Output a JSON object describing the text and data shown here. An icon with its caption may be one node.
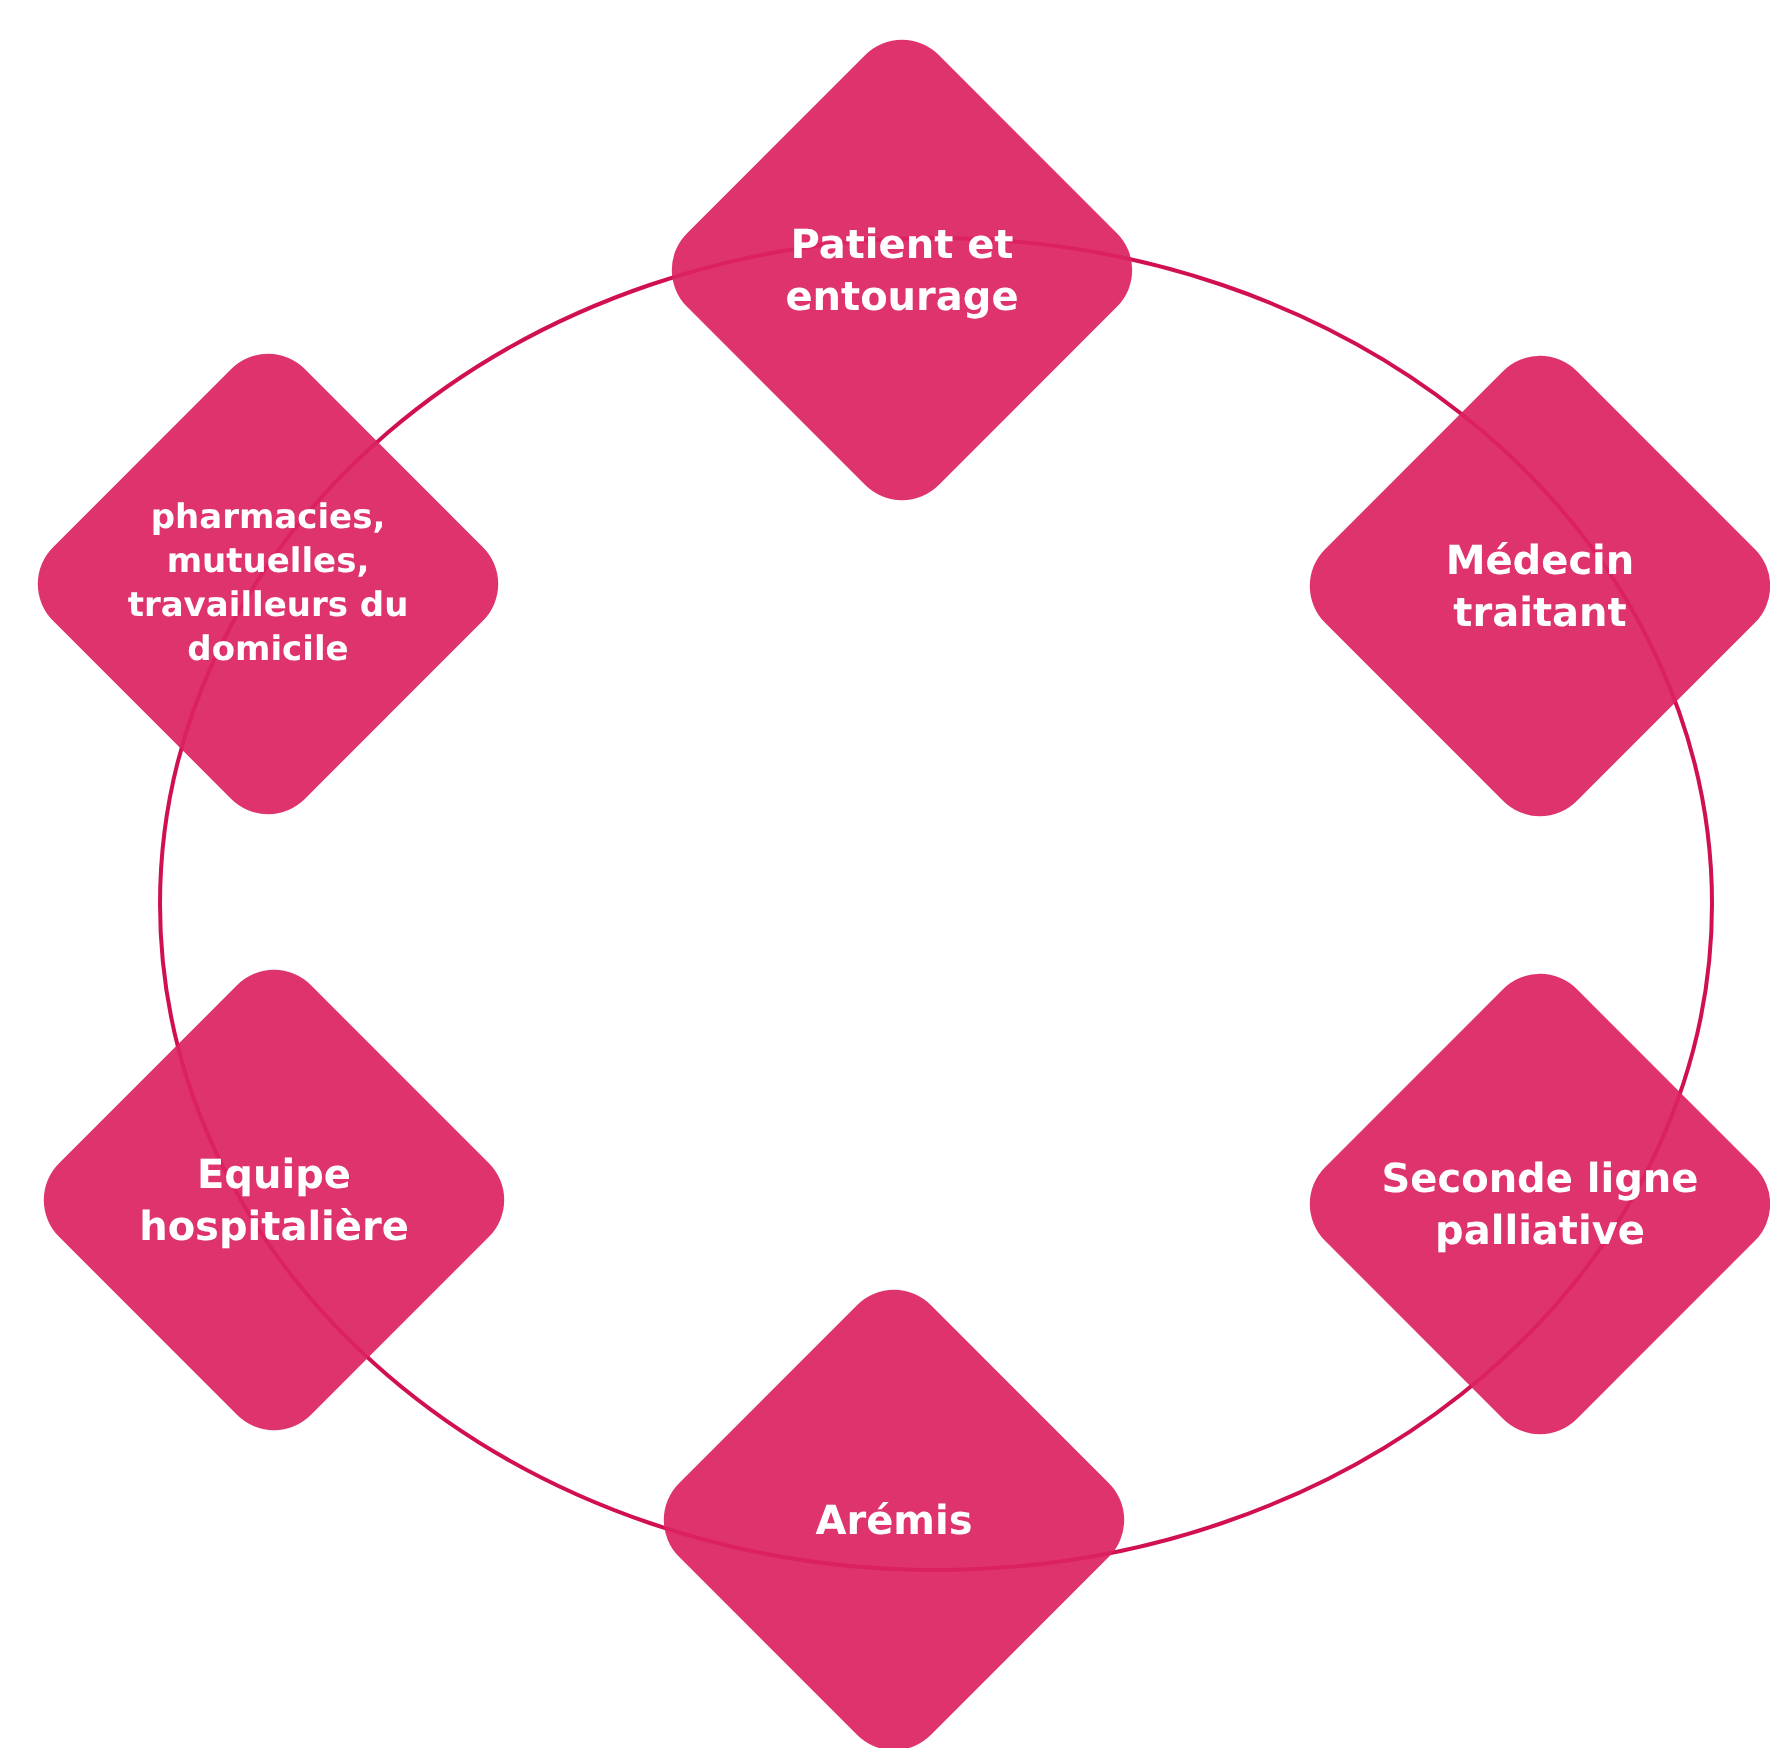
{
  "diagram": {
    "nodes": [
      {
        "text": [
          "Patient et entourage"
        ]
      },
      {
        "text": [
          "Médecin traitant"
        ]
      },
      {
        "text": [
          "Seconde ligne palliative"
        ]
      },
      {
        "text": [
          "Arémis"
        ]
      },
      {
        "text": [
          "Equipe hospitalière"
        ]
      },
      {
        "text": [
          "pharmacies, mutuelles, travailleurs du domicile"
        ]
      }
    ]
  }
}
